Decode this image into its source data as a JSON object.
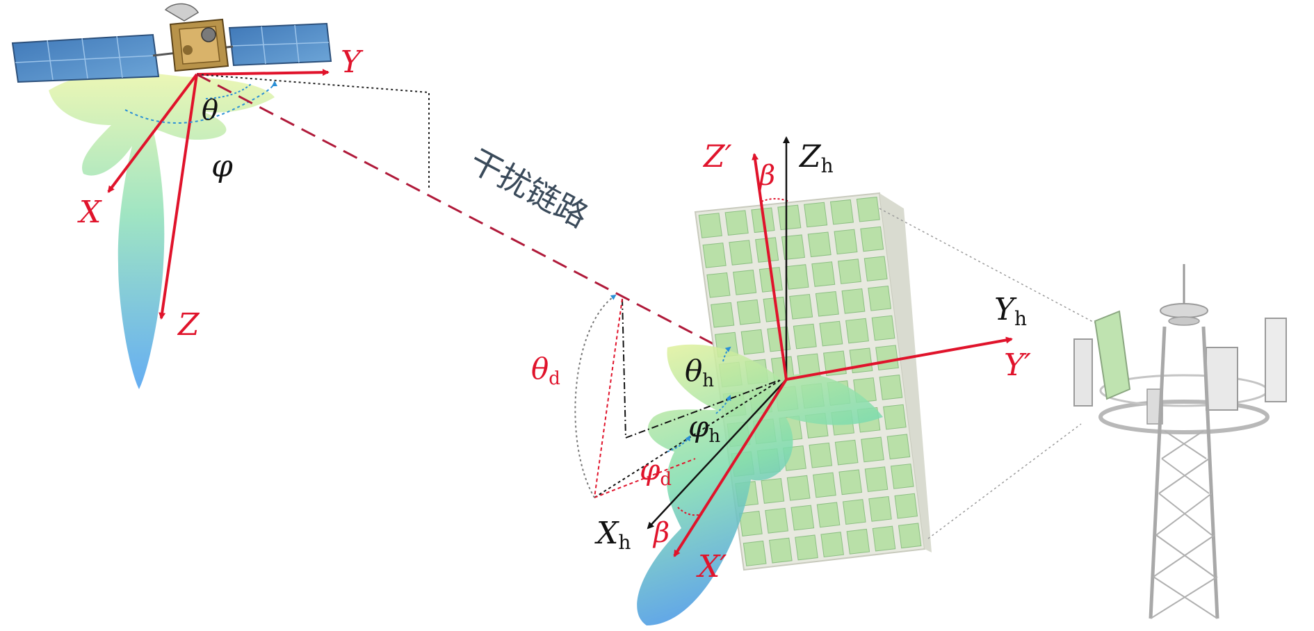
{
  "diagram": {
    "link_label": "干扰链路",
    "satellite_axes": {
      "x": "X",
      "y": "Y",
      "z": "Z"
    },
    "satellite_angles": {
      "theta": "θ",
      "phi": "φ"
    },
    "ground_angles": {
      "theta_d": "θ",
      "theta_d_sub": "d",
      "theta_h": "θ",
      "theta_h_sub": "h",
      "phi_h": "φ",
      "phi_h_sub": "h",
      "phi_d": "φ",
      "phi_d_sub": "d",
      "beta_top": "β",
      "beta_bottom": "β"
    },
    "ground_axes": {
      "x_h": "X",
      "x_h_sub": "h",
      "y_h": "Y",
      "y_h_sub": "h",
      "z_h": "Z",
      "z_h_sub": "h",
      "x_prime": "X′",
      "y_prime": "Y′",
      "z_prime": "Z′"
    },
    "colors": {
      "axis_red": "#e0132b",
      "axis_black": "#111111",
      "link_dash": "#b01a3a",
      "angle_blue": "#2a8fd6",
      "beam_green": "#9ed9a0",
      "beam_blue": "#4aa8e8",
      "panel": "#e6e8e0",
      "tower": "#c8c8c8"
    }
  }
}
